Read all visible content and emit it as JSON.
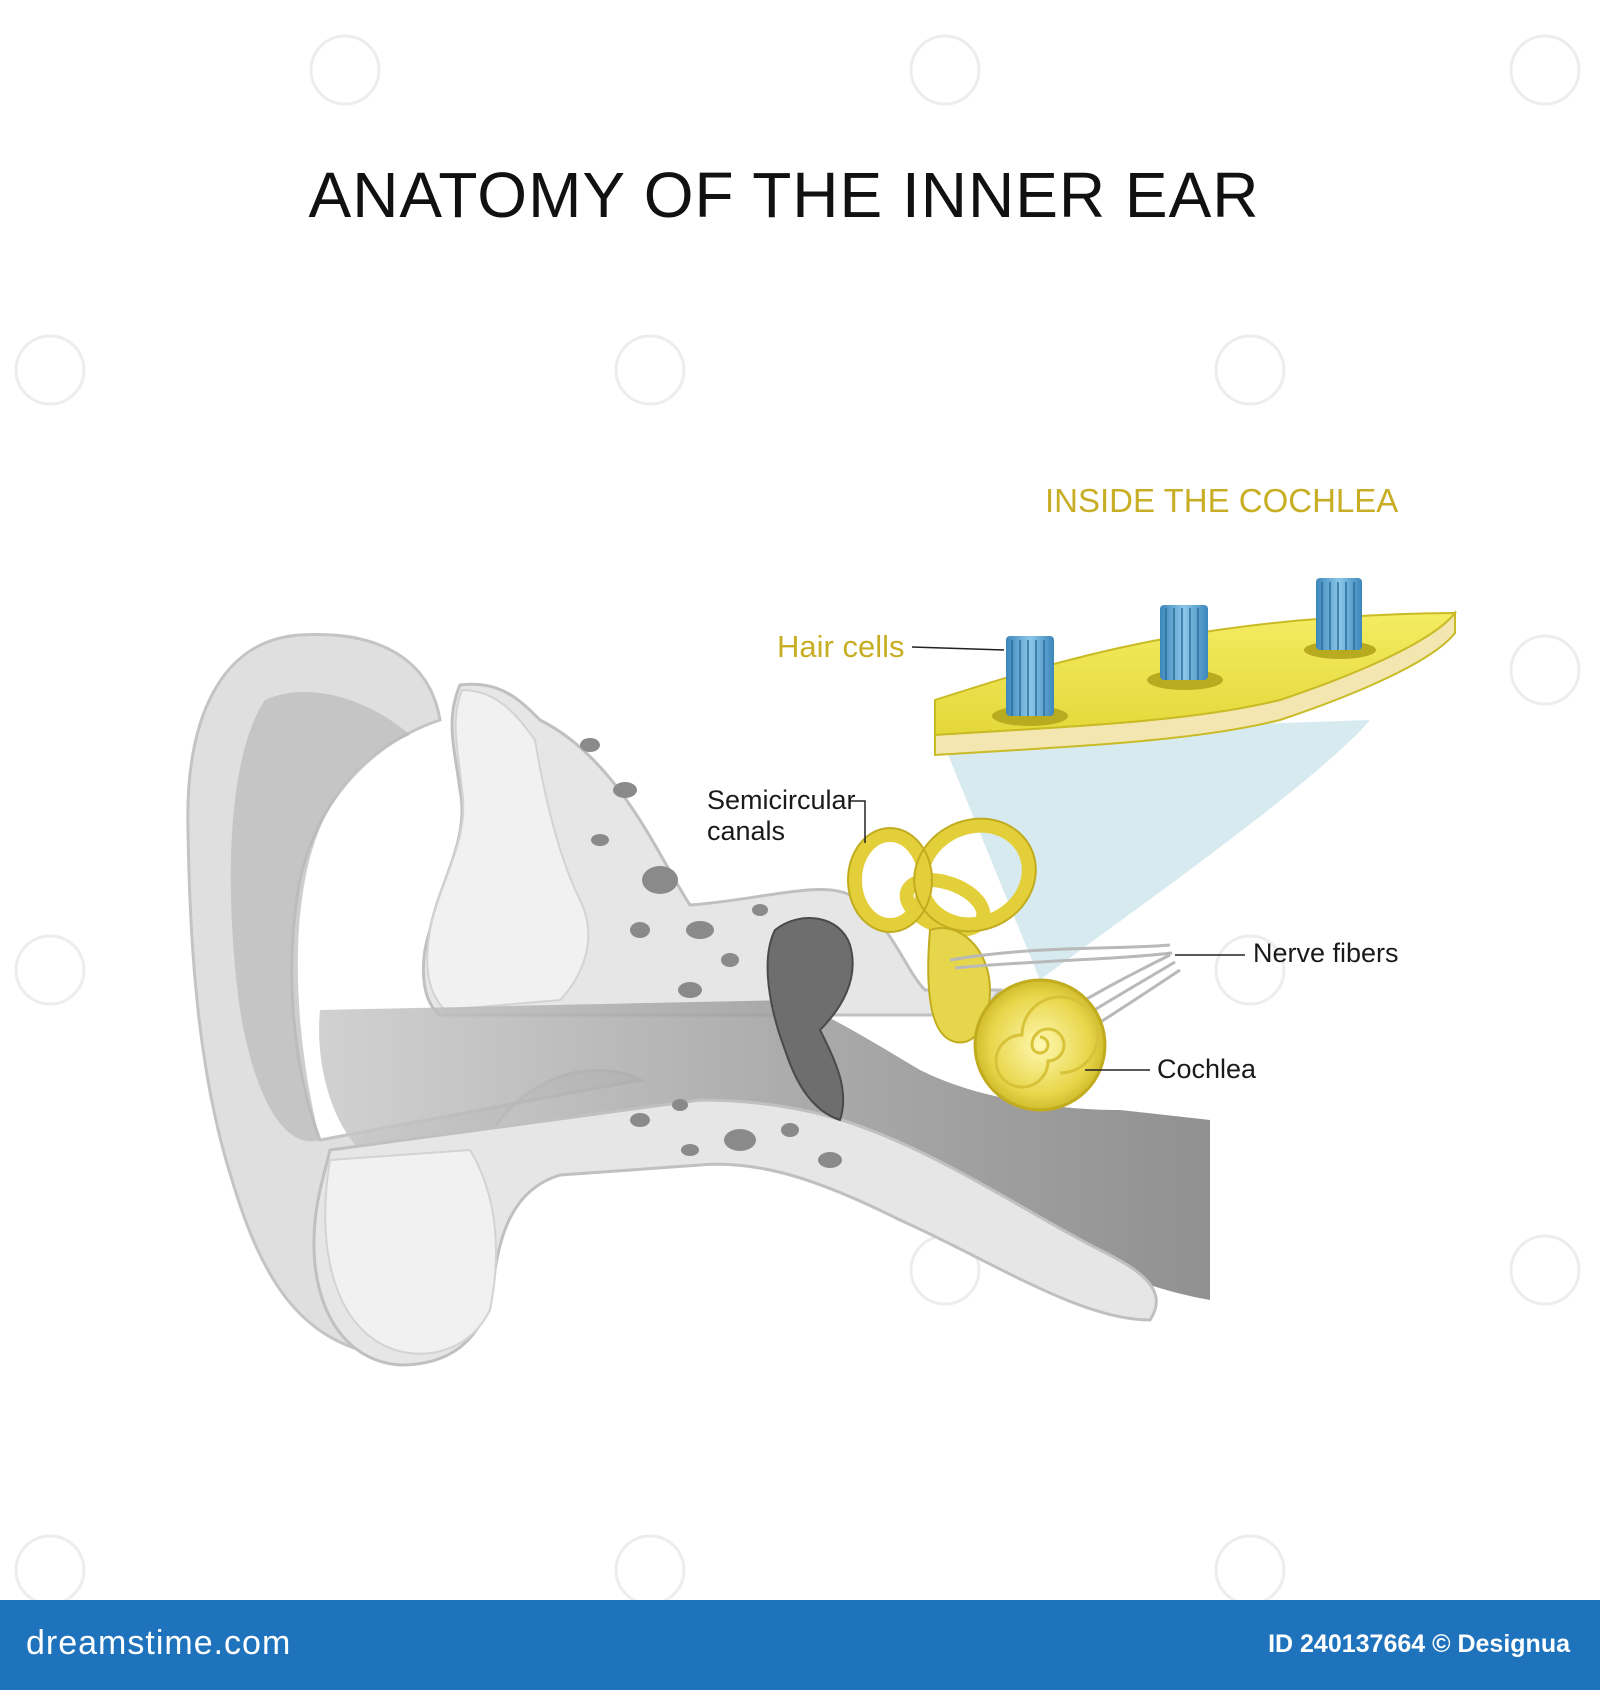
{
  "title": "ANATOMY OF THE INNER EAR",
  "inset_title": "INSIDE THE COCHLEA",
  "labels": {
    "hair_cells": "Hair cells",
    "semicircular_canals": "Semicircular\ncanals",
    "nerve_fibers": "Nerve fibers",
    "cochlea": "Cochlea"
  },
  "footer": {
    "brand": "dreamstime.com",
    "credit": "ID 240137664 © Designua"
  },
  "colors": {
    "bone": "#dcdcdc",
    "canal": "#9a9a9a",
    "inner_ear": "#e8d64a",
    "hair_cell": "#5aa8d6",
    "inset_plate": "#ece34b",
    "inset_shadow": "#cfe6ec",
    "footer_bg": "#1e73bc"
  }
}
